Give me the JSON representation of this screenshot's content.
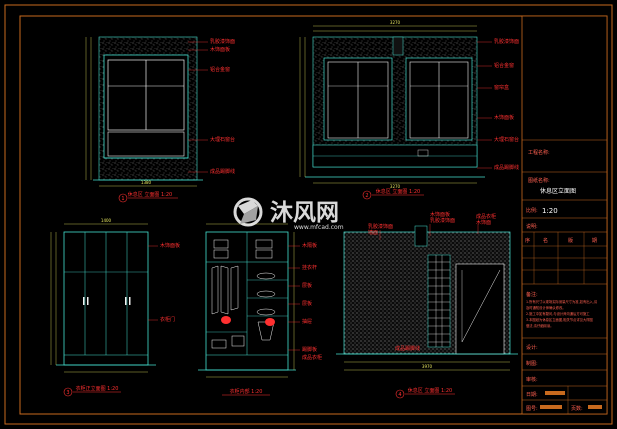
{
  "titleblock": {
    "project_label": "工程名称:",
    "drawing_label": "图纸名称:",
    "drawing_value": "休息区立面图",
    "scale_label": "比例:",
    "scale_value": "1:20",
    "sheet_label": "说明:",
    "col_a": "序",
    "col_b": "名",
    "col_c": "版",
    "col_d": "期",
    "notes_label": "备注:",
    "notes": [
      "1.所有尺寸以现场实际测量尺寸为准,如有出入,请",
      "及时通知设计师确认修改。",
      "2.施工中如有疑问,与设计师沟通后方可施工",
      "3.本图纸为休息区立面图,相关节点详见大样图",
      "做法,请仔细阅读。"
    ],
    "design_label": "设计:",
    "draw_label": "制图:",
    "check_label": "审核:",
    "date_label": "日期:",
    "no_label": "图号:",
    "pages_label": "页数:"
  },
  "views": {
    "v1": {
      "marker": "1",
      "title": "休息区 立面图 1:20"
    },
    "v2": {
      "marker": "2",
      "title": "休息区 立面图 1:20"
    },
    "v3": {
      "marker": "3",
      "title": "衣柜正立面图 1:20"
    },
    "v4": {
      "marker": "",
      "title": "衣柜内部 1:20"
    },
    "v5": {
      "marker": "4",
      "title": "休息区 立面图 1:20"
    }
  },
  "watermark": {
    "brand": "沐风网",
    "url": "www.mfcad.com"
  },
  "colors": {
    "border": "#c86a1e",
    "line": "#44e0d0",
    "dim": "#e8e860",
    "annot": "#ff3030",
    "hatch": "#b0b0b0",
    "white": "#f0f0f0"
  }
}
